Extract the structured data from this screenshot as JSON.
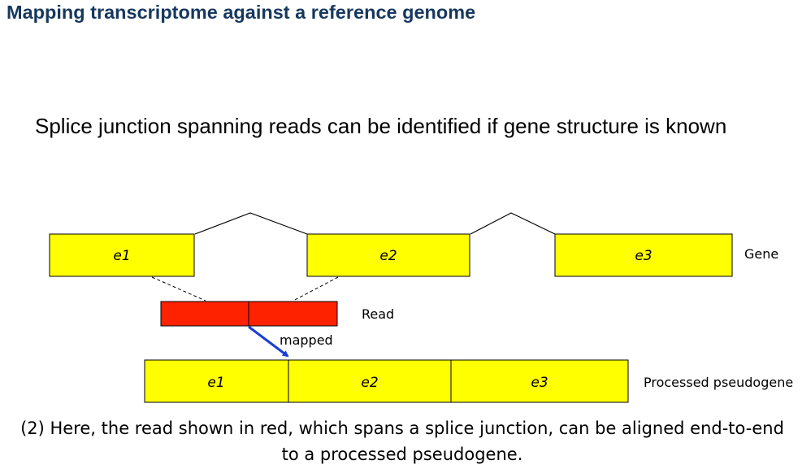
{
  "title": "Mapping transcriptome against a reference genome",
  "subtitle": "Splice junction spanning reads can be identified if gene structure is known",
  "diagram": {
    "gene": {
      "label": "Gene",
      "exons": [
        "e1",
        "e2",
        "e3"
      ]
    },
    "read": {
      "label": "Read"
    },
    "mapping": {
      "label": "mapped"
    },
    "pseudogene": {
      "label": "Processed pseudogene",
      "exons": [
        "e1",
        "e2",
        "e3"
      ]
    },
    "colors": {
      "exon_fill": "#ffff00",
      "read_fill": "#ff2200",
      "arrow": "#1a3fd6",
      "title": "#16385e"
    }
  },
  "caption": "(2) Here, the read shown in red, which spans a splice junction, can be aligned end-to-end to a processed pseudogene."
}
